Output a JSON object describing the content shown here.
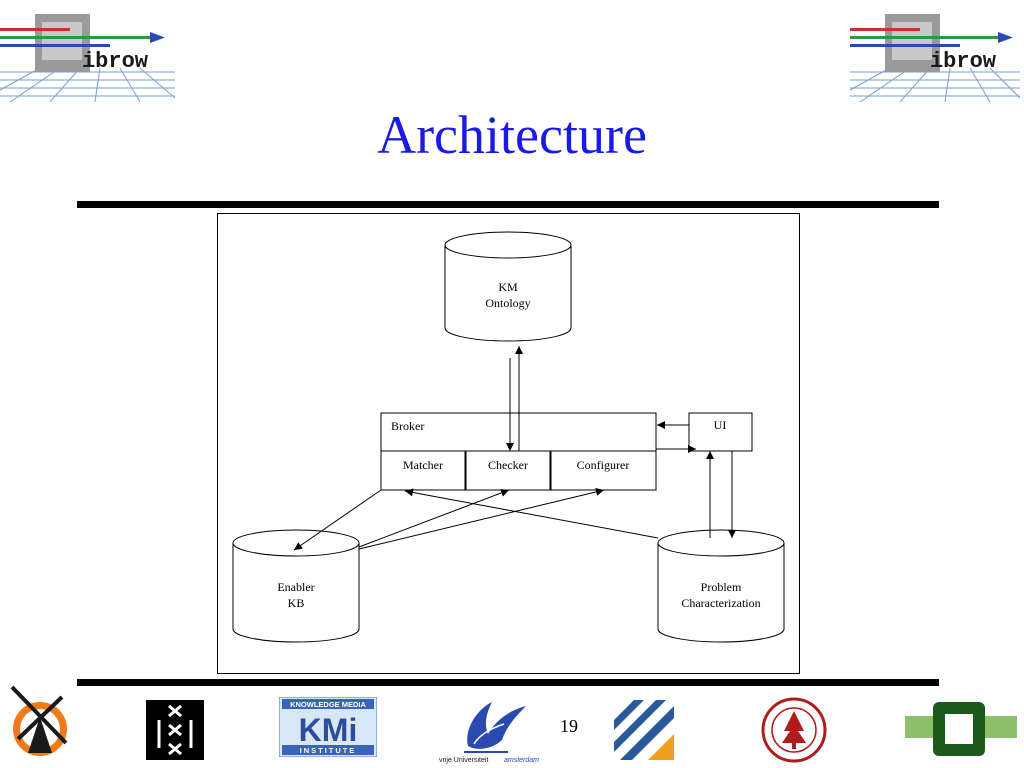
{
  "slide": {
    "title": "Architecture",
    "page_number": "19"
  },
  "logos": {
    "ibrow_left": "ibrow",
    "ibrow_right": "ibrow",
    "kmi_top": "KNOWLEDGE MEDIA",
    "kmi_main": "KMi",
    "kmi_bottom": "INSTITUTE",
    "vu": "vrije Universiteit",
    "vu_city": "amsterdam"
  },
  "diagram": {
    "km_ontology": [
      "KM",
      "Ontology"
    ],
    "broker": "Broker",
    "ui": "UI",
    "matcher": "Matcher",
    "checker": "Checker",
    "configurer": "Configurer",
    "enabler_kb": [
      "Enabler",
      "KB"
    ],
    "problem_characterization": [
      "Problem",
      "Characterization"
    ]
  },
  "colors": {
    "title": "#1a1ae6",
    "rule": "#000000"
  }
}
